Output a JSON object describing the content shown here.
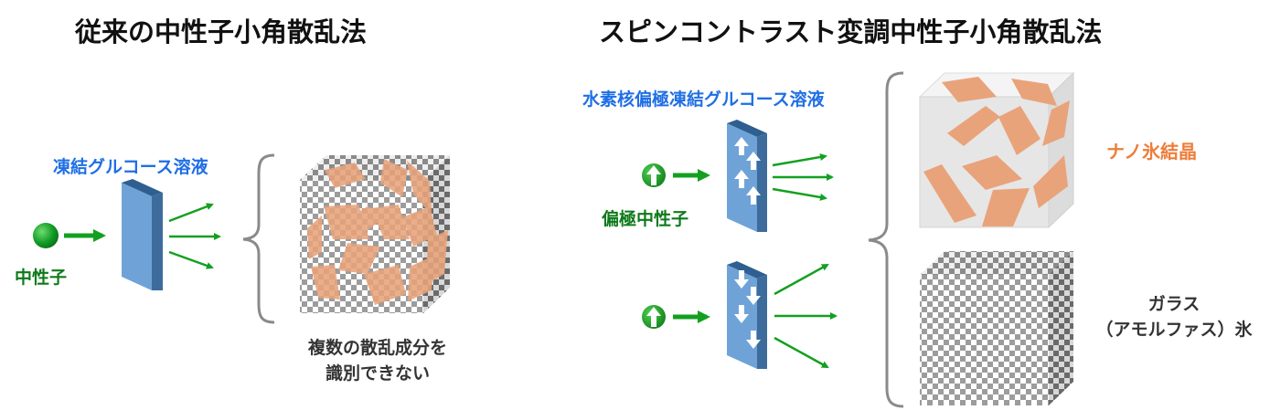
{
  "left": {
    "title": "従来の中性子小角散乱法",
    "sample_label": "凍結グルコース溶液",
    "particle_label": "中性子",
    "result_line1": "複数の散乱成分を",
    "result_line2": "識別できない"
  },
  "right": {
    "title": "スピンコントラスト変調中性子小角散乱法",
    "sample_label": "水素核偏極凍結グルコース溶液",
    "particle_label": "偏極中性子",
    "result_top": "ナノ氷結晶",
    "result_bottom_line1": "ガラス",
    "result_bottom_line2": "（アモルファス）氷"
  },
  "icons": {
    "neutron": "green-sphere-icon",
    "polarized_neutron": "up-arrow-circle-icon",
    "scatter_arrow": "green-arrow-icon",
    "spin_up": "white-up-arrow-icon",
    "spin_down": "white-down-arrow-icon"
  },
  "colors": {
    "title": "#111111",
    "sample_label": "#1f6fe5",
    "neutron": "#0f9a1f",
    "neutron_label": "#0f7a1a",
    "ice_crystal": "#e9a37a",
    "ice_crystal_label": "#ee7d3a",
    "glass_label": "#333333",
    "plate": "#6fa3d8",
    "brace": "#8a8a8a"
  }
}
